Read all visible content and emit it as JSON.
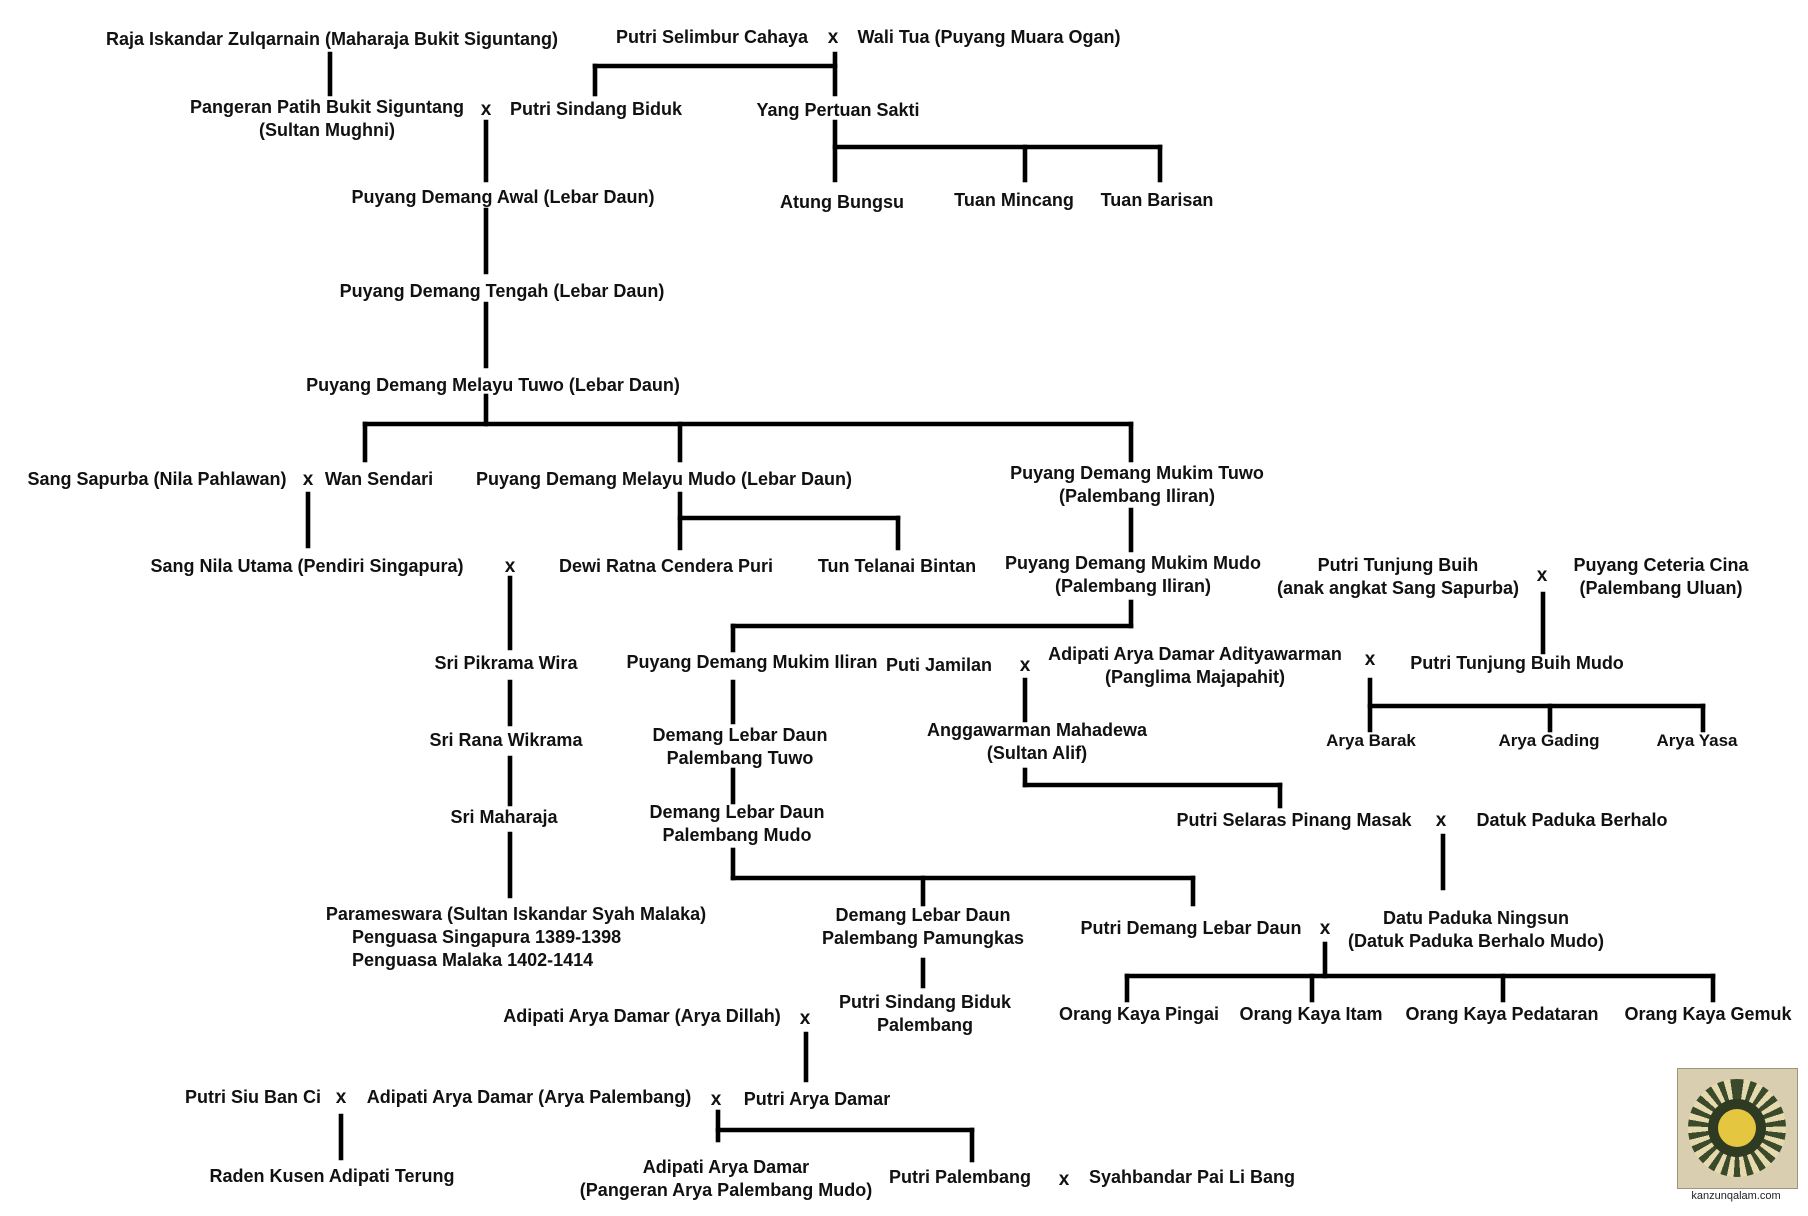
{
  "people": {
    "raja_iskandar": "Raja Iskandar Zulqarnain (Maharaja Bukit Siguntang)",
    "putri_selimbur": "Putri Selimbur Cahaya",
    "wali_tua": "Wali Tua (Puyang Muara Ogan)",
    "pangeran_patih": "Pangeran Patih Bukit Siguntang\n(Sultan Mughni)",
    "putri_sindang_biduk": "Putri Sindang Biduk",
    "yang_pertuan_sakti": "Yang Pertuan Sakti",
    "atung_bungsu": "Atung Bungsu",
    "tuan_mincang": "Tuan Mincang",
    "tuan_barisan": "Tuan Barisan",
    "demang_awal": "Puyang Demang Awal (Lebar Daun)",
    "demang_tengah": "Puyang Demang Tengah (Lebar Daun)",
    "demang_melayu_tuwo": "Puyang Demang Melayu Tuwo (Lebar Daun)",
    "sang_sapurba": "Sang Sapurba (Nila Pahlawan)",
    "wan_sendari": "Wan Sendari",
    "demang_melayu_mudo": "Puyang Demang Melayu Mudo (Lebar Daun)",
    "mukim_tuwo": "Puyang Demang Mukim Tuwo\n(Palembang Iliran)",
    "sang_nila_utama": "Sang Nila Utama (Pendiri Singapura)",
    "dewi_ratna": "Dewi Ratna Cendera Puri",
    "tun_telanai": "Tun Telanai Bintan",
    "mukim_mudo": "Puyang Demang Mukim Mudo\n(Palembang Iliran)",
    "putri_tunjung_buih": "Putri Tunjung Buih\n(anak angkat Sang Sapurba)",
    "puyang_ceteria": "Puyang Ceteria Cina\n(Palembang Uluan)",
    "sri_pikrama": "Sri Pikrama Wira",
    "mukim_iliran": "Puyang Demang Mukim Iliran",
    "puti_jamilan": "Puti Jamilan",
    "adityawarman": "Adipati Arya Damar Adityawarman\n(Panglima Majapahit)",
    "tunjung_buih_mudo": "Putri Tunjung Buih Mudo",
    "sri_rana": "Sri Rana Wikrama",
    "lebar_daun_tuwo": "Demang Lebar Daun\nPalembang Tuwo",
    "anggawarman": "Anggawarman Mahadewa\n(Sultan Alif)",
    "arya_barak": "Arya Barak",
    "arya_gading": "Arya Gading",
    "arya_yasa": "Arya Yasa",
    "sri_maharaja": "Sri Maharaja",
    "lebar_daun_mudo": "Demang Lebar Daun\nPalembang Mudo",
    "putri_selaras": "Putri Selaras Pinang Masak",
    "datuk_paduka": "Datuk Paduka Berhalo",
    "parameswara": "Parameswara (Sultan Iskandar Syah Malaka)",
    "parameswara_line2": "Penguasa Singapura 1389-1398\nPenguasa Malaka 1402-1414",
    "lebar_daun_pamungkas": "Demang Lebar Daun\nPalembang Pamungkas",
    "putri_demang_lebar_daun": "Putri Demang Lebar Daun",
    "datu_ningsun": "Datu Paduka Ningsun\n(Datuk Paduka Berhalo Mudo)",
    "orang_kaya_pingai": "Orang Kaya Pingai",
    "orang_kaya_itam": "Orang Kaya Itam",
    "orang_kaya_pedataran": "Orang Kaya Pedataran",
    "orang_kaya_gemuk": "Orang Kaya Gemuk",
    "arya_dillah": "Adipati Arya Damar (Arya Dillah)",
    "putri_sindang_biduk_palembang": "Putri Sindang Biduk\nPalembang",
    "putri_siu_ban_ci": "Putri Siu Ban Ci",
    "arya_palembang": "Adipati Arya Damar (Arya Palembang)",
    "putri_arya_damar": "Putri Arya Damar",
    "raden_kusen": "Raden Kusen Adipati Terung",
    "arya_palembang_mudo": "Adipati Arya Damar\n(Pangeran Arya Palembang Mudo)",
    "putri_palembang": "Putri Palembang",
    "syahbandar": "Syahbandar Pai Li Bang"
  },
  "marriage_symbol": "x",
  "watermark": "kanzunqalam.com"
}
